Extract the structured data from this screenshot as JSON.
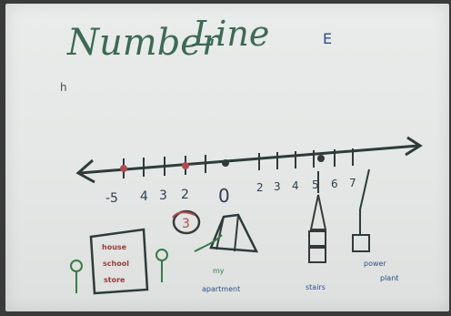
{
  "board": {
    "title_word1": "Number",
    "title_word2": "Line",
    "corner_mark": "E",
    "side_mark": "h"
  },
  "number_line": {
    "negative_labels": [
      "-5",
      "4",
      "3",
      "2"
    ],
    "zero_label": "0",
    "positive_labels": [
      "2",
      "3",
      "4",
      "5",
      "6",
      "7"
    ]
  },
  "drawings": {
    "circle_label": "3",
    "box_lines": [
      "house",
      "school",
      "store"
    ],
    "mid_caption_line1": "my",
    "mid_caption_line2": "apartment",
    "right_caption_1": "stairs",
    "right_caption_2_line1": "power",
    "right_caption_2_line2": "plant"
  },
  "colors": {
    "board": "#e6e9e7",
    "marker_green": "#2f6b4a",
    "marker_dark": "#2e3b3a",
    "marker_red": "#b04a52",
    "marker_blue": "#3a56a6",
    "marker_brown": "#7a5a3a"
  }
}
